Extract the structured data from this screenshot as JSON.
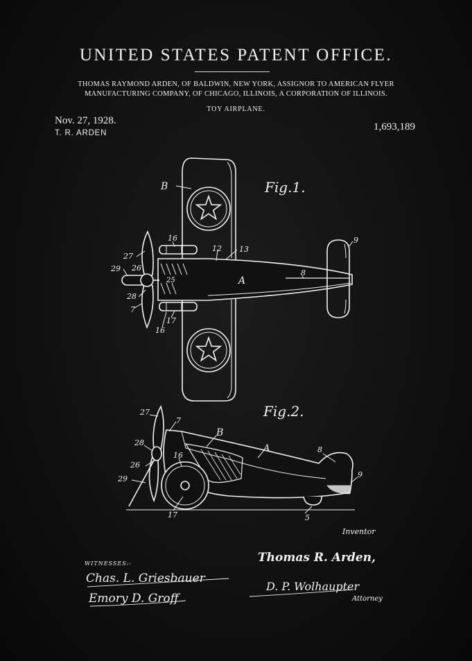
{
  "header": {
    "office_title": "UNITED STATES PATENT OFFICE.",
    "heading_line1": "THOMAS RAYMOND ARDEN, OF BALDWIN, NEW YORK, ASSIGNOR TO AMERICAN FLYER",
    "heading_line2": "MANUFACTURING COMPANY, OF CHICAGO, ILLINOIS, A CORPORATION OF ILLINOIS.",
    "subject": "TOY AIRPLANE.",
    "date": "Nov. 27, 1928.",
    "inventor_short": "T. R. ARDEN",
    "patent_number": "1,693,189"
  },
  "figures": {
    "fig1_label": "Fig.1.",
    "fig2_label": "Fig.2.",
    "fig1_refs": {
      "wing": "B",
      "fuselage": "A",
      "tail": "9",
      "tail_stab": "8",
      "r16a": "16",
      "r12": "12",
      "r13": "13",
      "r27": "27",
      "r29": "29",
      "r26": "26",
      "r25": "25",
      "r28": "28",
      "r7": "7",
      "r17": "17",
      "r16b": "16"
    },
    "fig2_refs": {
      "r27": "27",
      "r7": "7",
      "wing": "B",
      "fuselage": "A",
      "r8": "8",
      "r28": "28",
      "r16": "16",
      "r26": "26",
      "r29": "29",
      "r9": "9",
      "r17": "17",
      "r5": "5"
    }
  },
  "signatures": {
    "witnesses_label": "WITNESSES:-",
    "witness1": "Chas. L. Griesbauer",
    "witness2": "Emory D. Groff",
    "inventor_label": "Inventor",
    "inventor_signature": "Thomas R. Arden,",
    "attorney_signature": "D. P. Wolhaupter",
    "attorney_label": "Attorney"
  },
  "colors": {
    "background": "#111111",
    "ink": "#f2f2f2"
  }
}
